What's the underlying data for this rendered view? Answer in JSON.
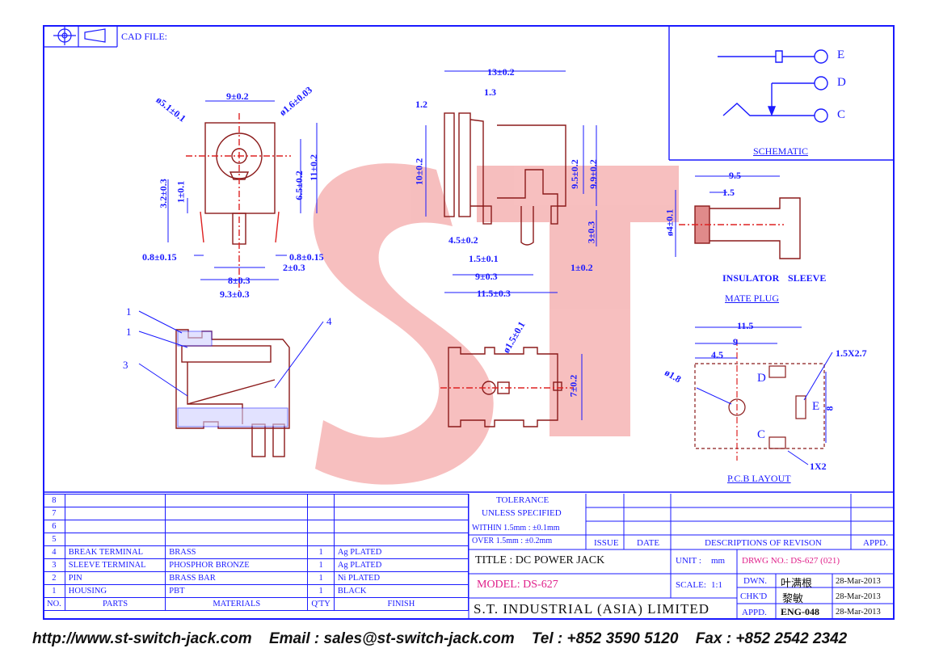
{
  "header": {
    "cad_label": "CAD FILE:"
  },
  "schematic": {
    "title": "SCHEMATIC",
    "pins": [
      "E",
      "D",
      "C"
    ]
  },
  "top_view_dims": {
    "d1": "9±0.2",
    "d2": "ø5.1±0.1",
    "d3": "ø1.6±0.03",
    "d4": "11±0.2",
    "d5": "6.5±0.2",
    "d6": "3.2±0.3",
    "d7": "1±0.1",
    "d8": "0.8±0.15",
    "d9": "0.8±0.15",
    "d10": "2±0.3",
    "d11": "8±0.3",
    "d12": "9.3±0.3"
  },
  "side_view_dims": {
    "d1": "13±0.2",
    "d2": "1.2",
    "d3": "1.3",
    "d4": "10±0.2",
    "d5": "9.5±0.2",
    "d6": "9.9±0.2",
    "d7": "4.5±0.2",
    "d8": "3±0.3",
    "d9": "1.5±0.1",
    "d10": "1±0.2",
    "d11": "9±0.3",
    "d12": "11.5±0.3"
  },
  "mate_plug": {
    "title": "MATE PLUG",
    "d1": "9.5",
    "d2": "1.5",
    "d3": "ø4±0.1",
    "insulator": "INSULATOR",
    "sleeve": "SLEEVE"
  },
  "section_labels": [
    "1",
    "1",
    "3",
    "4"
  ],
  "front_view_dims": {
    "d1": "ø1.5±0.1",
    "d2": "7±0.2"
  },
  "pcb_layout": {
    "title": "P.C.B LAYOUT",
    "d1": "11.5",
    "d2": "9",
    "d3": "4.5",
    "d4": "ø1.8",
    "d5": "1.5X2.7",
    "d6": "8",
    "d7": "1X2",
    "pins": [
      "D",
      "E",
      "C"
    ]
  },
  "watermark": "ST",
  "bom": {
    "empty_rows": [
      "8",
      "7",
      "6",
      "5"
    ],
    "rows": [
      {
        "no": "4",
        "part": "BREAK TERMINAL",
        "material": "BRASS",
        "qty": "1",
        "finish": "Ag PLATED"
      },
      {
        "no": "3",
        "part": "SLEEVE TERMINAL",
        "material": "PHOSPHOR BRONZE",
        "qty": "1",
        "finish": "Ag PLATED"
      },
      {
        "no": "2",
        "part": "PIN",
        "material": "BRASS BAR",
        "qty": "1",
        "finish": "Ni PLATED"
      },
      {
        "no": "1",
        "part": "HOUSING",
        "material": "PBT",
        "qty": "1",
        "finish": "BLACK"
      }
    ],
    "headers": {
      "no": "NO.",
      "parts": "PARTS",
      "materials": "MATERIALS",
      "qty": "Q'TY",
      "finish": "FINISH"
    }
  },
  "title_block": {
    "tolerance_title": "TOLERANCE",
    "tolerance_sub": "UNLESS  SPECIFIED",
    "within": "WITHIN  1.5mm : ±0.1mm",
    "over": "OVER    1.5mm : ±0.2mm",
    "issue": "ISSUE",
    "date": "DATE",
    "descriptions": "DESCRIPTIONS OF REVISON",
    "appd": "APPD.",
    "title": "TITLE : DC POWER JACK",
    "unit_label": "UNIT :",
    "unit_value": "mm",
    "drwg": "DRWG NO.: DS-627 (021)",
    "model": "MODEL: DS-627",
    "scale_label": "SCALE:",
    "scale_value": "1:1",
    "dwn": "DWN.",
    "dwn_name": "叶满根",
    "dwn_date": "28-Mar-2013",
    "chkd": "CHK'D",
    "chkd_name": "黎敏",
    "chkd_date": "28-Mar-2013",
    "appd2": "APPD.",
    "appd_name": "ENG-048",
    "appd_date": "28-Mar-2013",
    "company": "S.T.  INDUSTRIAL  (ASIA)  LIMITED"
  },
  "footer": {
    "web": "http://www.st-switch-jack.com",
    "email": "Email : sales@st-switch-jack.com",
    "tel": "Tel : +852 3590 5120",
    "fax": "Fax : +852 2542 2342"
  }
}
